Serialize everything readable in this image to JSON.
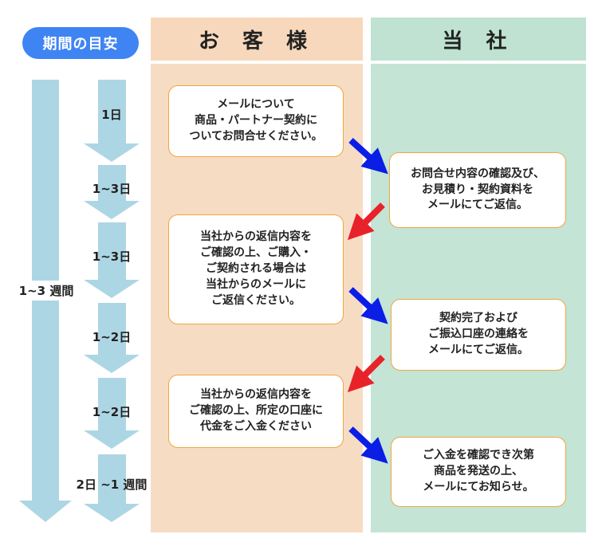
{
  "period_label": "期間の目安",
  "columns": {
    "customer": "お 客 様",
    "company": "当 社"
  },
  "total_period": "1~3 週間",
  "steps": [
    "1日",
    "1~3日",
    "1~3日",
    "1~2日",
    "1~2日",
    "2日 ~1 週間"
  ],
  "customer_boxes": [
    "メールについて\n商品・パートナー契約に\nついてお問合せください。",
    "当社からの返信内容を\nご確認の上、ご購入・\nご契約される場合は\n当社からのメールに\nご返信ください。",
    "当社からの返信内容を\nご確認の上、所定の口座に\n代金をご入金ください"
  ],
  "company_boxes": [
    "お問合せ内容の確認及び、\nお見積り・契約資料を\nメールにてご返信。",
    "契約完了および\nご振込口座の連絡を\nメールにてご返信。",
    "ご入金を確認でき次第\n商品を発送の上、\nメールにてお知らせ。"
  ],
  "colors": {
    "pill": "#3f84f3",
    "customer_column": "#f7dcc4",
    "company_column": "#c4e4d6",
    "timeline_arrow": "#add6e4",
    "box_border": "#f0a640",
    "to_company_arrow": "#0a1ee6",
    "to_customer_arrow": "#e8222a"
  }
}
